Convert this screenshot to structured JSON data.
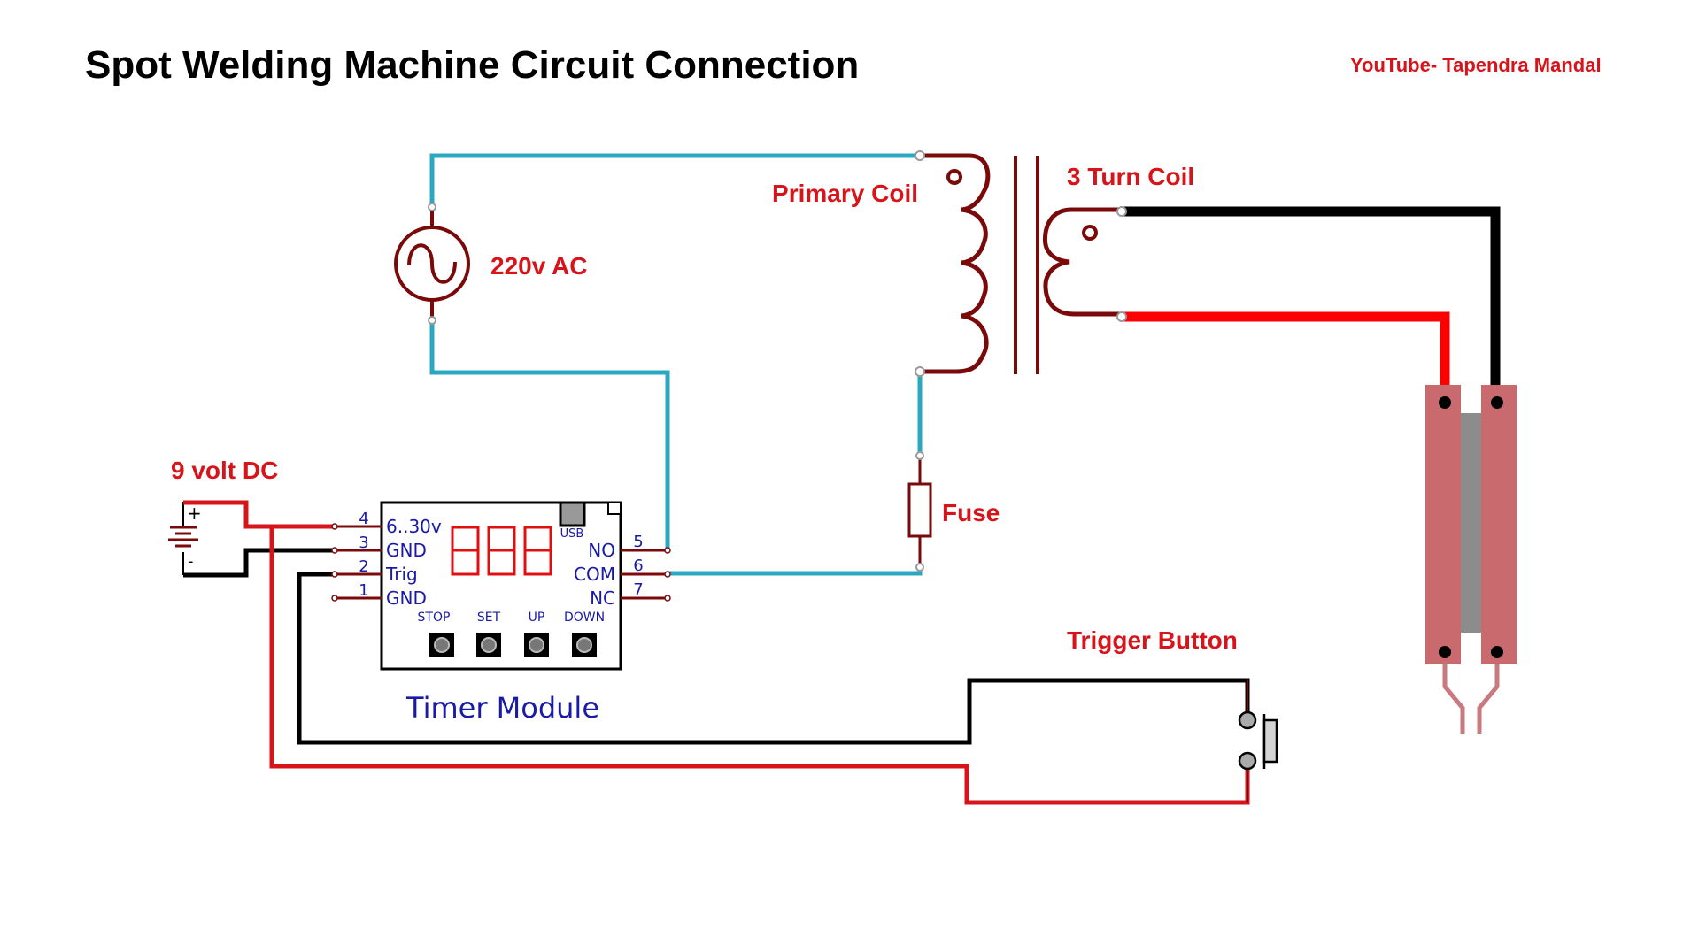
{
  "title": "Spot Welding Machine Circuit Connection",
  "credit": "YouTube- Tapendra Mandal",
  "colors": {
    "label_red": "#d7141a",
    "ac_wire": "#2aa8c2",
    "component": "#7a0a0a",
    "wire_red": "#ff0000",
    "wire_dark_red": "#d7141a",
    "wire_black": "#000000",
    "text_blue": "#1a1aa8",
    "electrode": "#c86a6e",
    "insulator": "#8c8c8c",
    "segment": "#e01010"
  },
  "labels": {
    "ac_source": "220v AC",
    "primary_coil": "Primary Coil",
    "secondary_coil": "3 Turn Coil",
    "fuse": "Fuse",
    "dc_source": "9 volt DC",
    "trigger_button": "Trigger Button",
    "timer_module": "Timer Module"
  },
  "battery": {
    "plus": "+",
    "minus": "-"
  },
  "timer": {
    "usb_label": "USB",
    "display_digits": 3,
    "left_pins": [
      {
        "num": "4",
        "label": "6..30v"
      },
      {
        "num": "3",
        "label": "GND"
      },
      {
        "num": "2",
        "label": "Trig"
      },
      {
        "num": "1",
        "label": "GND"
      }
    ],
    "right_pins": [
      {
        "num": "5",
        "label": "NO"
      },
      {
        "num": "6",
        "label": "COM"
      },
      {
        "num": "7",
        "label": "NC"
      }
    ],
    "buttons": [
      "STOP",
      "SET",
      "UP",
      "DOWN"
    ]
  }
}
